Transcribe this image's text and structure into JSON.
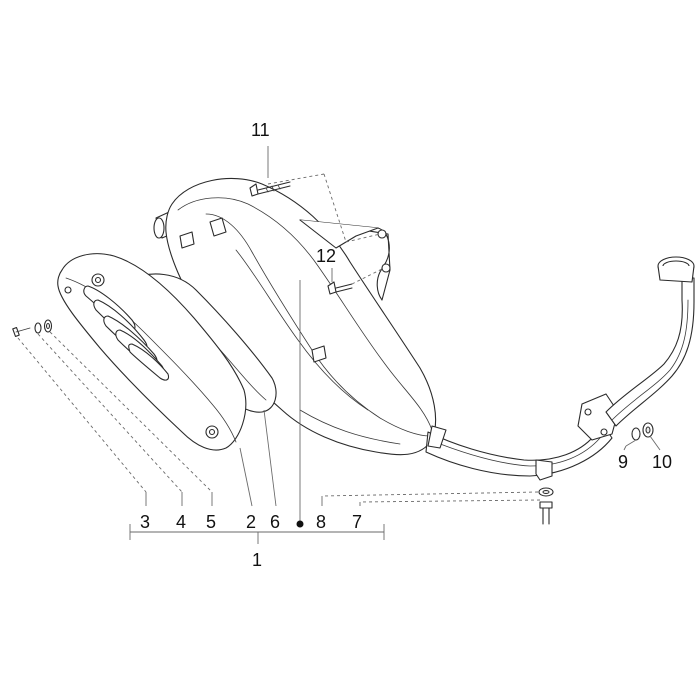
{
  "diagram": {
    "callouts": {
      "c1": "1",
      "c2": "2",
      "c3": "3",
      "c4": "4",
      "c5": "5",
      "c6": "6",
      "c7": "7",
      "c8": "8",
      "c9": "9",
      "c10": "10",
      "c11": "11",
      "c12": "12"
    },
    "colors": {
      "line": "#2b2b2b",
      "leader": "#6a6a6a",
      "background": "#ffffff"
    }
  }
}
